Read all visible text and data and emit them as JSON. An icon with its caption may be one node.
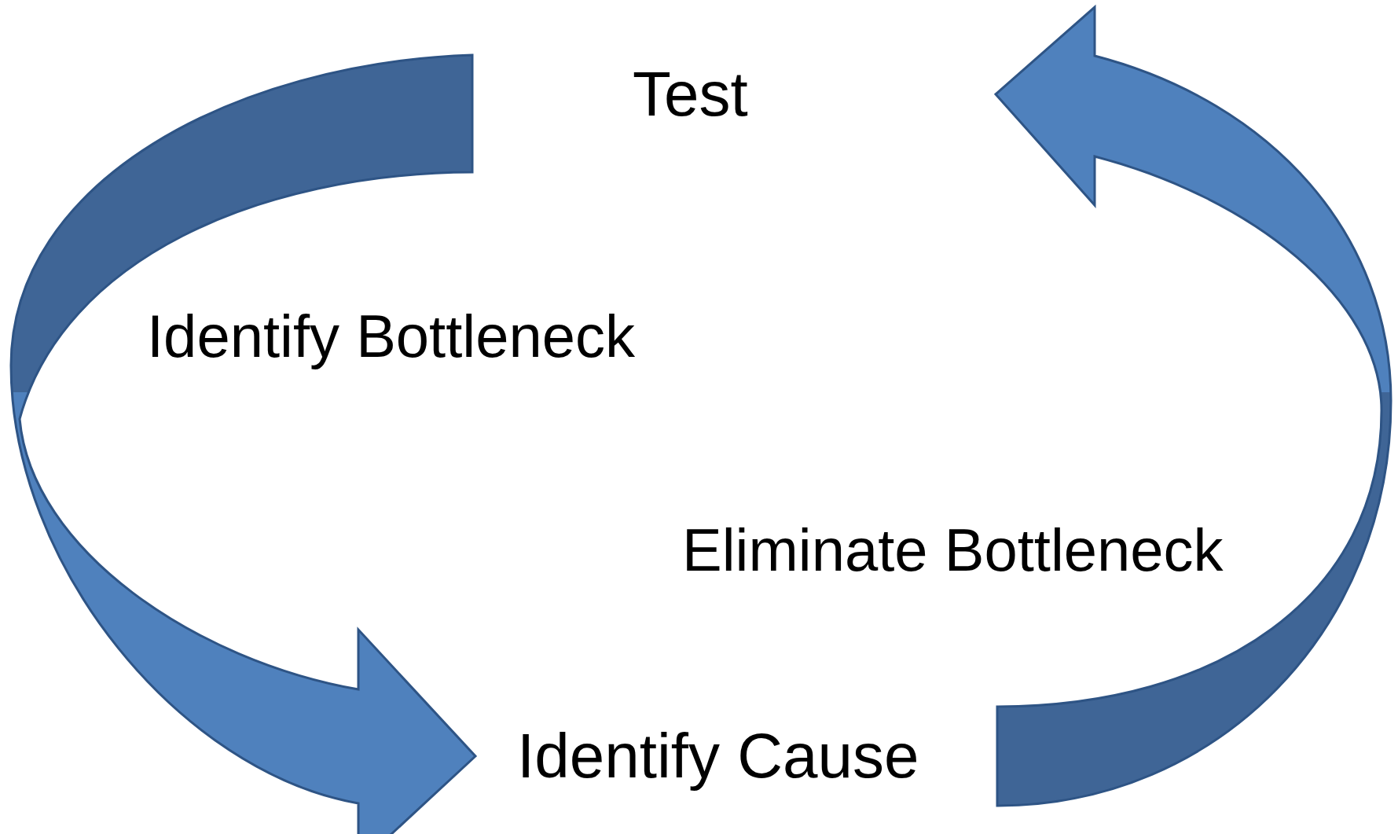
{
  "diagram": {
    "nodes": [
      {
        "text": [
          "Test"
        ]
      },
      {
        "text": [
          "Identify Cause"
        ]
      }
    ],
    "edges": [
      {
        "from": 0,
        "to": 1,
        "arrow": "to",
        "label": "Identify Bottleneck"
      },
      {
        "from": 1,
        "to": 0,
        "arrow": "to",
        "label": "Eliminate Bottleneck"
      }
    ]
  }
}
